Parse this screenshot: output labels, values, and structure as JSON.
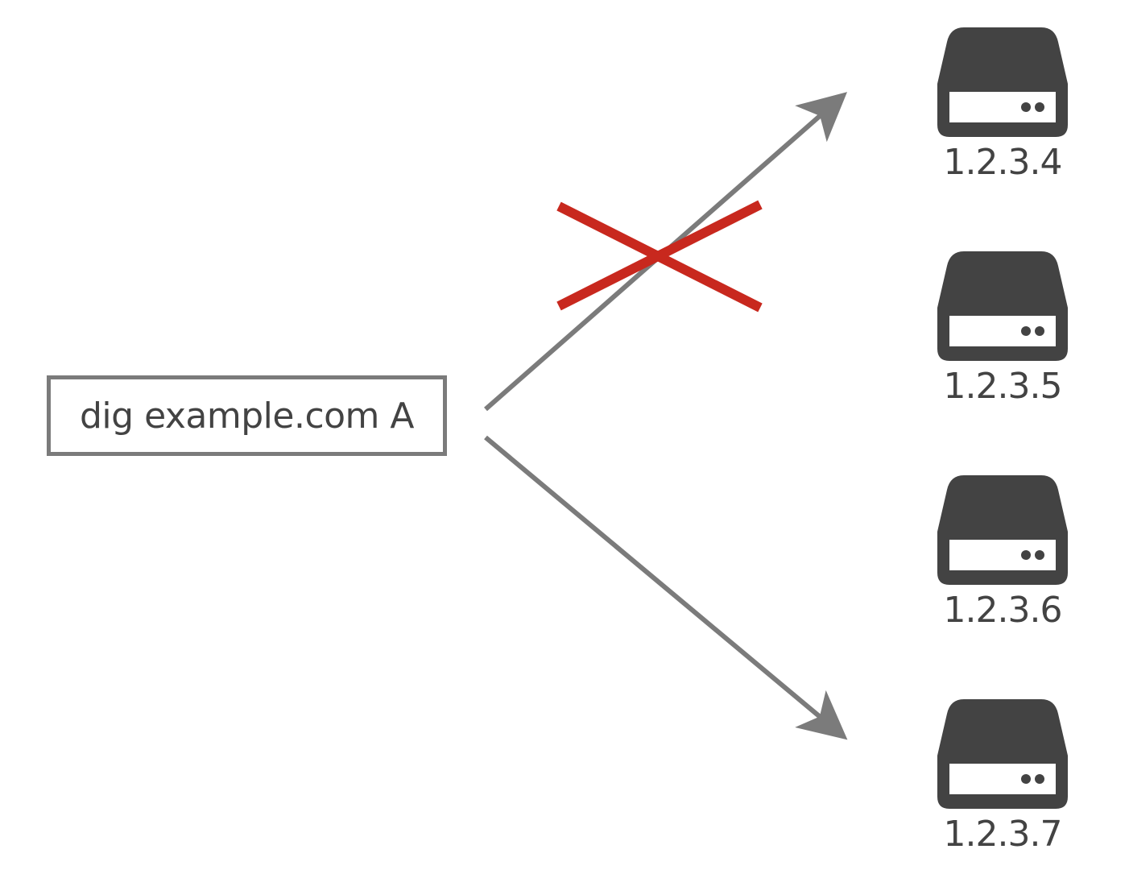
{
  "query": {
    "text": "dig example.com A"
  },
  "servers": [
    {
      "ip": "1.2.3.4",
      "icon": "server-icon",
      "status": "unreachable"
    },
    {
      "ip": "1.2.3.5",
      "icon": "server-icon"
    },
    {
      "ip": "1.2.3.6",
      "icon": "server-icon"
    },
    {
      "ip": "1.2.3.7",
      "icon": "server-icon",
      "status": "reached"
    }
  ],
  "colors": {
    "arrow": "#7b7b7b",
    "fail_mark": "#c8281e",
    "server": "#434343",
    "text": "#434343",
    "box_border": "#7b7b7b"
  }
}
